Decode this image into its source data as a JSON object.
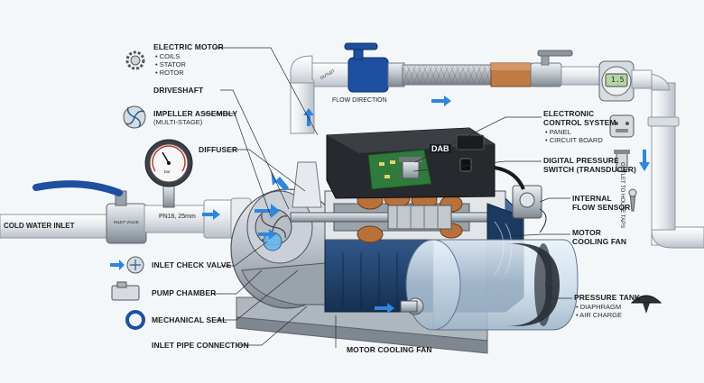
{
  "labels": {
    "electric_motor": "ELECTRIC MOTOR",
    "electric_motor_items": [
      "• COILS",
      "• STATOR",
      "• ROTOR"
    ],
    "driveshaft": "DRIVESHAFT",
    "impeller": "IMPELLER ASSEMBLY",
    "impeller_sub": "(MULTI-STAGE)",
    "diffuser": "DIFFUSER",
    "inlet_check_valve": "INLET CHECK VALVE",
    "pump_chamber": "PUMP CHAMBER",
    "mechanical_seal": "MECHANICAL SEAL",
    "inlet_pipe_connection": "INLET PIPE CONNECTION",
    "motor_cooling_fan_bottom": "MOTOR COOLING FAN",
    "electronic_control_1": "ELECTRONIC",
    "electronic_control_2": "CONTROL SYSTEM",
    "electronic_control_items": [
      "• PANEL",
      "• CIRCUIT BOARD"
    ],
    "digital_pressure_1": "DIGITAL PRESSURE",
    "digital_pressure_2": "SWITCH (TRANSDUCER)",
    "internal_flow_1": "INTERNAL",
    "internal_flow_2": "FLOW SENSOR",
    "motor_cooling_fan_right_1": "MOTOR",
    "motor_cooling_fan_right_2": "COOLING FAN",
    "pressure_tank": "PRESSURE TANK",
    "pressure_tank_items": [
      "• DIAPHRAGM",
      "• AIR CHARGE"
    ]
  },
  "pipe_text": {
    "cold_water_inlet": "COLD WATER INLET",
    "pn16": "PN16, 25mm",
    "flow_direction": "FLOW DIRECTION",
    "outlet_to_house": "OUTLET TO HOUSE TAPS",
    "outlet_small": "OUTLET",
    "inlet_valve": "INLET VALVE",
    "brand": "DAB",
    "display": "1.5",
    "gauge_unit": "bar"
  },
  "colors": {
    "pipe": "#e9ecef",
    "steel": "#b9c0c8",
    "motor_blue": "#2a4f7e",
    "valve_blue": "#1f4fa0",
    "accent_blue": "#2e86de",
    "copper": "#b9713c",
    "board_green": "#2f7a3c"
  },
  "icons": [
    "gear-icon",
    "impeller-icon",
    "pressure-gauge-icon",
    "check-valve-icon",
    "pump-chamber-icon",
    "seal-ring-icon",
    "control-panel-icon",
    "pressure-switch-icon",
    "flow-sensor-icon",
    "diaphragm-icon"
  ]
}
